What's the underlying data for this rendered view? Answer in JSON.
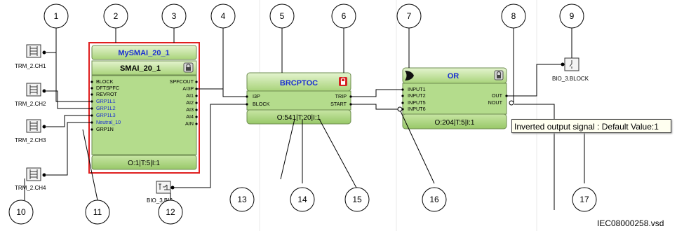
{
  "callouts": [
    "1",
    "2",
    "3",
    "4",
    "5",
    "6",
    "7",
    "8",
    "9",
    "10",
    "11",
    "12",
    "13",
    "14",
    "15",
    "16",
    "17"
  ],
  "terminals": {
    "trm1": "TRM_2.CH1",
    "trm2": "TRM_2.CH2",
    "trm3": "TRM_2.CH3",
    "trm4": "TRM_2.CH4",
    "bi2": "BIO_3.BI2",
    "bio_block": "BIO_3.BLOCK"
  },
  "smai": {
    "instance_name": "MySMAI_20_1",
    "type_name": "SMAI_20_1",
    "inputs": [
      "BLOCK",
      "DFTSPFC",
      "REVROT",
      "GRP1L1",
      "GRP1L2",
      "GRP1L3",
      "Neutral_10",
      "GRP1N"
    ],
    "outputs": [
      "SPFCOUT",
      "AI3P",
      "AI1",
      "AI2",
      "AI3",
      "AI4",
      "AIN"
    ],
    "footer": "O:1|T:5|I:1"
  },
  "brcptoc": {
    "title": "BRCPTOC",
    "inputs": [
      "I3P",
      "BLOCK"
    ],
    "outputs": [
      "TRIP",
      "START"
    ],
    "footer": "O:541|T:20|I:1"
  },
  "orblock": {
    "title": "OR",
    "inputs": [
      "INPUT1",
      "INPUT2",
      "INPUT5",
      "INPUT6"
    ],
    "outputs": [
      "OUT",
      "NOUT"
    ],
    "footer": "O:204|T:5|I:1"
  },
  "tooltip": "Inverted output signal  :  Default Value:1",
  "doc_id": "IEC08000258.vsd",
  "colors": {
    "smai_border": "#e02020",
    "block_fill": "#b4dc8c",
    "title_blue": "#1a2fd0",
    "lock_red": "#d42020",
    "blue_signal": "#1a2fd0"
  }
}
